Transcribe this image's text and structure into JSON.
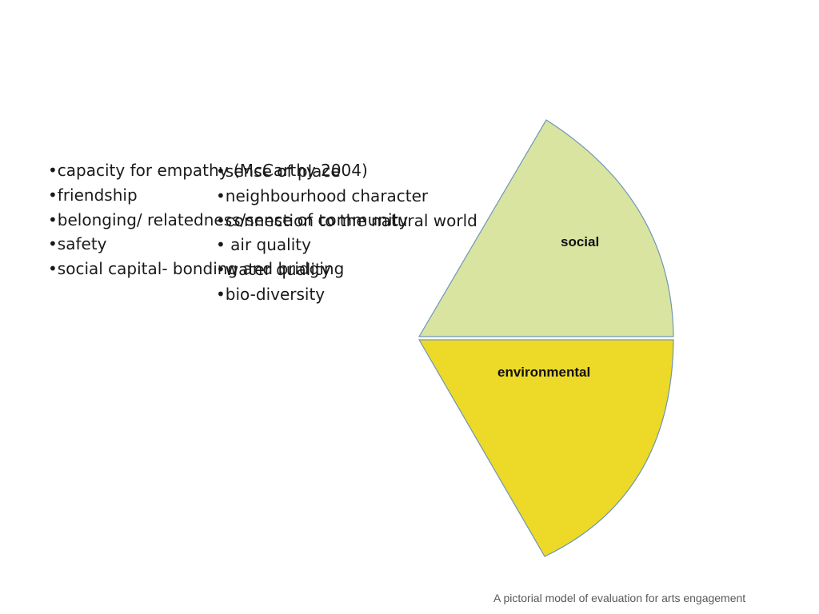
{
  "social": {
    "label": "social",
    "color": "#d9e4a0",
    "items": [
      "•capacity for empathy (McCarthy 2004)",
      "•friendship",
      "•belonging/ relatedness/sense of community",
      "•safety",
      "•social capital- bonding and bridging"
    ]
  },
  "environmental": {
    "label": "environmental",
    "color": "#ecd928",
    "items": [
      "•sense of place",
      "•neighbourhood character",
      "•connection to the natural world",
      "• air quality",
      "•water quality",
      "•bio-diversity"
    ]
  },
  "caption": "A pictorial model of evaluation for arts engagement"
}
